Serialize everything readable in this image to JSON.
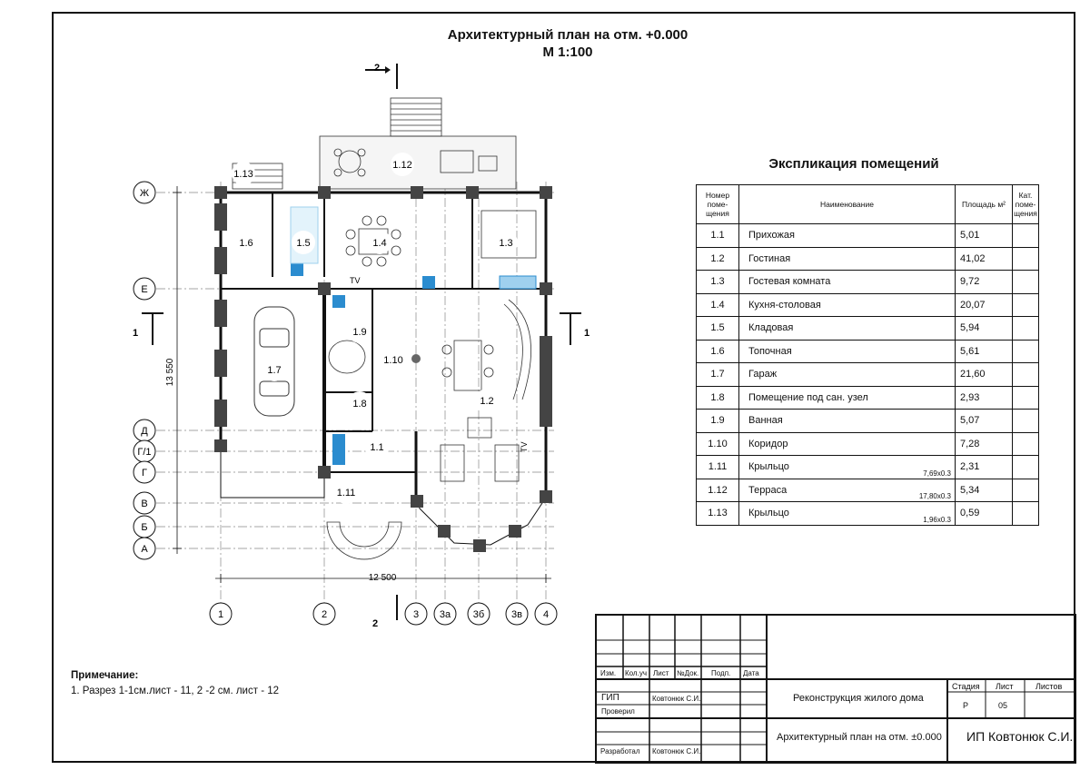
{
  "title": {
    "line1": "Архитектурный план на отм. +0.000",
    "line2": "М 1:100"
  },
  "plan": {
    "section_marks": {
      "top": "2",
      "bottom": "2",
      "left": "1",
      "right": "1"
    },
    "axes_rows": [
      "Ж",
      "Е",
      "Д",
      "Г/1",
      "Г",
      "В",
      "Б",
      "А"
    ],
    "axes_cols": [
      "1",
      "2",
      "3",
      "3а",
      "3б",
      "3в",
      "4"
    ],
    "dim_vertical": "13 550",
    "dim_horizontal": "12 500",
    "rooms": [
      "1.1",
      "1.2",
      "1.3",
      "1.4",
      "1.5",
      "1.6",
      "1.7",
      "1.8",
      "1.9",
      "1.10",
      "1.11",
      "1.12",
      "1.13"
    ],
    "tv_labels": [
      "TV",
      "TV"
    ]
  },
  "explication": {
    "title": "Экспликация помещений",
    "headers": {
      "num": "Номер поме- щения",
      "name": "Наименование",
      "area": "Площадь м²",
      "cat": "Кат. поме- щения"
    },
    "rows": [
      {
        "num": "1.1",
        "name": "Прихожая",
        "dim": "",
        "area": "5,01"
      },
      {
        "num": "1.2",
        "name": "Гостиная",
        "dim": "",
        "area": "41,02"
      },
      {
        "num": "1.3",
        "name": "Гостевая комната",
        "dim": "",
        "area": "9,72"
      },
      {
        "num": "1.4",
        "name": "Кухня-столовая",
        "dim": "",
        "area": "20,07"
      },
      {
        "num": "1.5",
        "name": "Кладовая",
        "dim": "",
        "area": "5,94"
      },
      {
        "num": "1.6",
        "name": "Топочная",
        "dim": "",
        "area": "5,61"
      },
      {
        "num": "1.7",
        "name": "Гараж",
        "dim": "",
        "area": "21,60"
      },
      {
        "num": "1.8",
        "name": "Помещение под сан. узел",
        "dim": "",
        "area": "2,93"
      },
      {
        "num": "1.9",
        "name": "Ванная",
        "dim": "",
        "area": "5,07"
      },
      {
        "num": "1.10",
        "name": "Коридор",
        "dim": "",
        "area": "7,28"
      },
      {
        "num": "1.11",
        "name": "Крыльцо",
        "dim": "7,69х0.3",
        "area": "2,31"
      },
      {
        "num": "1.12",
        "name": "Терраса",
        "dim": "17,80х0.3",
        "area": "5,34"
      },
      {
        "num": "1.13",
        "name": "Крыльцо",
        "dim": "1,96х0.3",
        "area": "0,59"
      }
    ]
  },
  "note": {
    "heading": "Примечание:",
    "text": "1. Разрез 1-1см.лист - 11, 2 -2 см. лист - 12"
  },
  "stamp": {
    "cols": [
      "Изм.",
      "Кол.уч",
      "Лист",
      "№Док.",
      "Подп.",
      "Дата"
    ],
    "gip": "ГИП",
    "gip_name": "Ковтонюк С.И.",
    "checked": "Проверил",
    "developed": "Разработал",
    "dev_name": "Ковтонюк С.И.",
    "project": "Реконструкция жилого дома",
    "sheet_title": "Архитектурный план на отм. ±0.000",
    "org": "ИП Ковтонюк С.И.",
    "stage_label": "Стадия",
    "sheet_label": "Лист",
    "sheets_label": "Листов",
    "stage": "Р",
    "sheet": "05",
    "sheets": ""
  }
}
